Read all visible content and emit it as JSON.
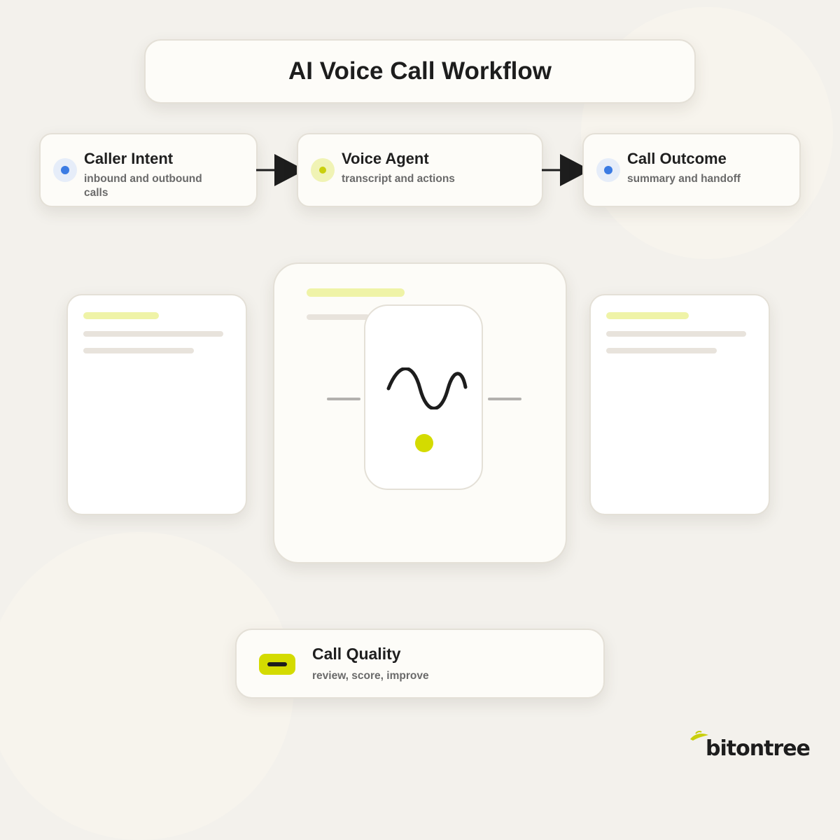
{
  "diagram": {
    "title": "AI Voice Call Workflow",
    "steps": [
      {
        "title": "Caller Intent",
        "subtitle": "inbound and outbound calls",
        "icon": "blue-dot-icon"
      },
      {
        "title": "Voice Agent",
        "subtitle": "transcript and actions",
        "icon": "yellow-dot-icon"
      },
      {
        "title": "Call Outcome",
        "subtitle": "summary and handoff",
        "icon": "blue-dot-icon"
      }
    ],
    "quality": {
      "title": "Call Quality",
      "subtitle": "review, score, improve",
      "icon": "minus-badge-icon"
    },
    "center_icon": "waveform-icon"
  },
  "brand": {
    "name": "bitontree"
  },
  "colors": {
    "background": "#f3f1ec",
    "accent_yellow": "#d4db00",
    "accent_blue": "#3b7be3",
    "text_dark": "#1d1d1d",
    "text_muted": "#6a6a6a"
  }
}
